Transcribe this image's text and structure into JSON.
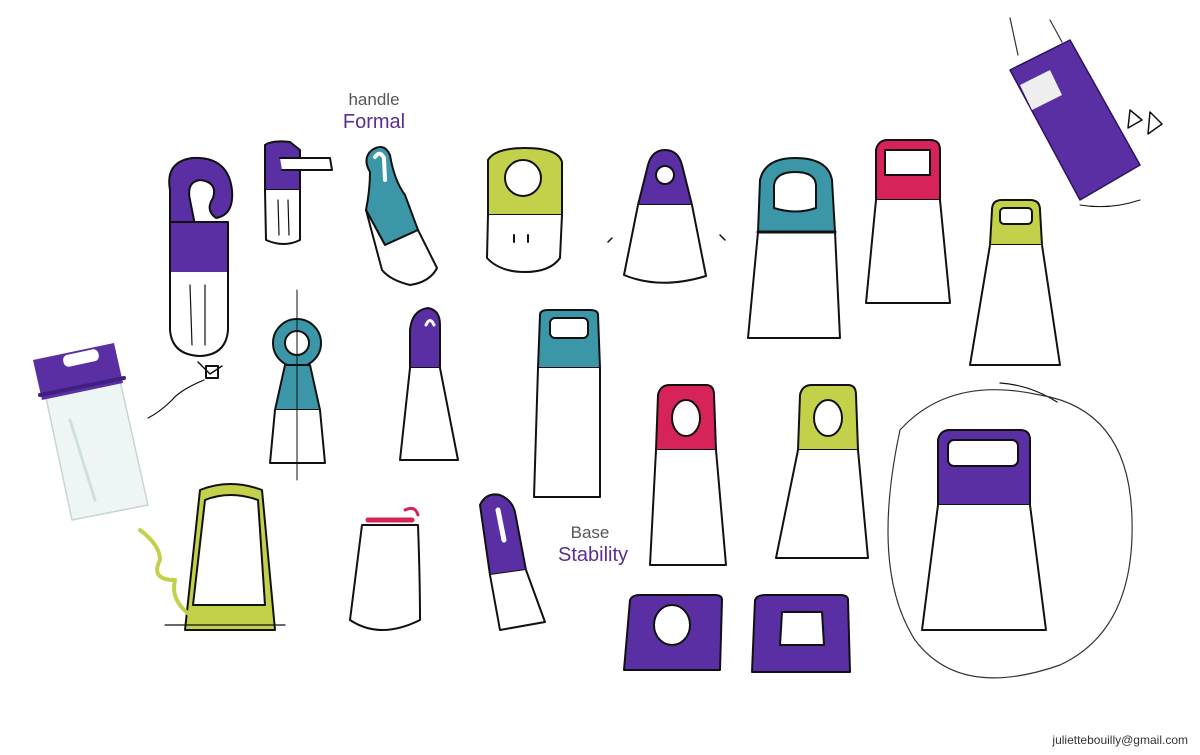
{
  "labels": {
    "handle_caption": "handle",
    "handle_title": "Formal",
    "base_caption": "Base",
    "base_title": "Stability"
  },
  "credit": "juliettebouilly@gmail.com",
  "colors": {
    "purple": "#5b2fa4",
    "teal": "#3b97a8",
    "lime": "#c3d14a",
    "magenta": "#d6245a",
    "ink": "#111111",
    "label_purple": "#5b2d91"
  }
}
